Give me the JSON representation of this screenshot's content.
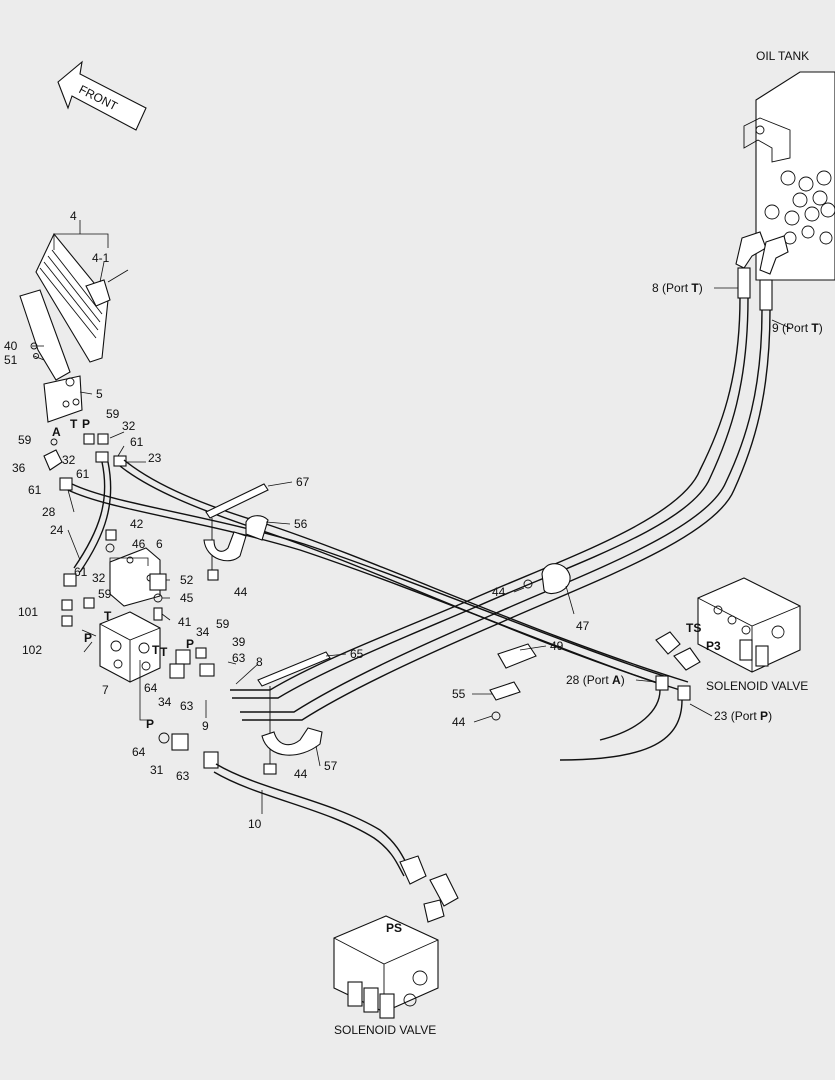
{
  "headings": {
    "front": "FRONT",
    "oil_tank": "OIL TANK",
    "solenoid_valve_right": "SOLENOID VALVE",
    "solenoid_valve_bottom": "SOLENOID VALVE"
  },
  "port_labels": {
    "ts": "TS",
    "p3": "P3",
    "ps": "PS",
    "a": "A",
    "t1": "T",
    "p1": "P",
    "t2": "T",
    "p2": "P",
    "t3": "T",
    "p3b": "P",
    "t4": "T",
    "p4": "P"
  },
  "callouts": [
    {
      "id": "c4",
      "text": "4"
    },
    {
      "id": "c4_1",
      "text": "4-1"
    },
    {
      "id": "c40",
      "text": "40"
    },
    {
      "id": "c51",
      "text": "51"
    },
    {
      "id": "c5",
      "text": "5"
    },
    {
      "id": "c59a",
      "text": "59"
    },
    {
      "id": "c32a",
      "text": "32"
    },
    {
      "id": "c61a",
      "text": "61"
    },
    {
      "id": "c59b",
      "text": "59"
    },
    {
      "id": "c36",
      "text": "36"
    },
    {
      "id": "c32b",
      "text": "32"
    },
    {
      "id": "c61b",
      "text": "61"
    },
    {
      "id": "c23a",
      "text": "23"
    },
    {
      "id": "c61c",
      "text": "61"
    },
    {
      "id": "c28",
      "text": "28"
    },
    {
      "id": "c24",
      "text": "24"
    },
    {
      "id": "c42",
      "text": "42"
    },
    {
      "id": "c46",
      "text": "46"
    },
    {
      "id": "c6",
      "text": "6"
    },
    {
      "id": "c61d",
      "text": "61"
    },
    {
      "id": "c32c",
      "text": "32"
    },
    {
      "id": "c59c",
      "text": "59"
    },
    {
      "id": "c52",
      "text": "52"
    },
    {
      "id": "c45",
      "text": "45"
    },
    {
      "id": "c101",
      "text": "101"
    },
    {
      "id": "c41",
      "text": "41"
    },
    {
      "id": "c102",
      "text": "102"
    },
    {
      "id": "c7",
      "text": "7"
    },
    {
      "id": "c34a",
      "text": "34"
    },
    {
      "id": "c59d",
      "text": "59"
    },
    {
      "id": "c39",
      "text": "39"
    },
    {
      "id": "c63a",
      "text": "63"
    },
    {
      "id": "c64a",
      "text": "64"
    },
    {
      "id": "c34b",
      "text": "34"
    },
    {
      "id": "c63b",
      "text": "63"
    },
    {
      "id": "c8a",
      "text": "8"
    },
    {
      "id": "c9a",
      "text": "9"
    },
    {
      "id": "c64b",
      "text": "64"
    },
    {
      "id": "c31",
      "text": "31"
    },
    {
      "id": "c63c",
      "text": "63"
    },
    {
      "id": "c10",
      "text": "10"
    },
    {
      "id": "c67",
      "text": "67"
    },
    {
      "id": "c56",
      "text": "56"
    },
    {
      "id": "c44a",
      "text": "44"
    },
    {
      "id": "c65",
      "text": "65"
    },
    {
      "id": "c57",
      "text": "57"
    },
    {
      "id": "c44b",
      "text": "44"
    },
    {
      "id": "c44c",
      "text": "44"
    },
    {
      "id": "c47",
      "text": "47"
    },
    {
      "id": "c49",
      "text": "49"
    },
    {
      "id": "c55",
      "text": "55"
    },
    {
      "id": "c44d",
      "text": "44"
    }
  ],
  "port_callouts": {
    "port8": {
      "num": "8",
      "pre": "(Port ",
      "port": "T",
      "post": ")"
    },
    "port9": {
      "num": "9",
      "pre": "(Port ",
      "port": "T",
      "post": ")"
    },
    "port28": {
      "num": "28",
      "pre": "(Port ",
      "port": "A",
      "post": ")"
    },
    "port23": {
      "num": "23",
      "pre": "(Port ",
      "port": "P",
      "post": ")"
    }
  }
}
